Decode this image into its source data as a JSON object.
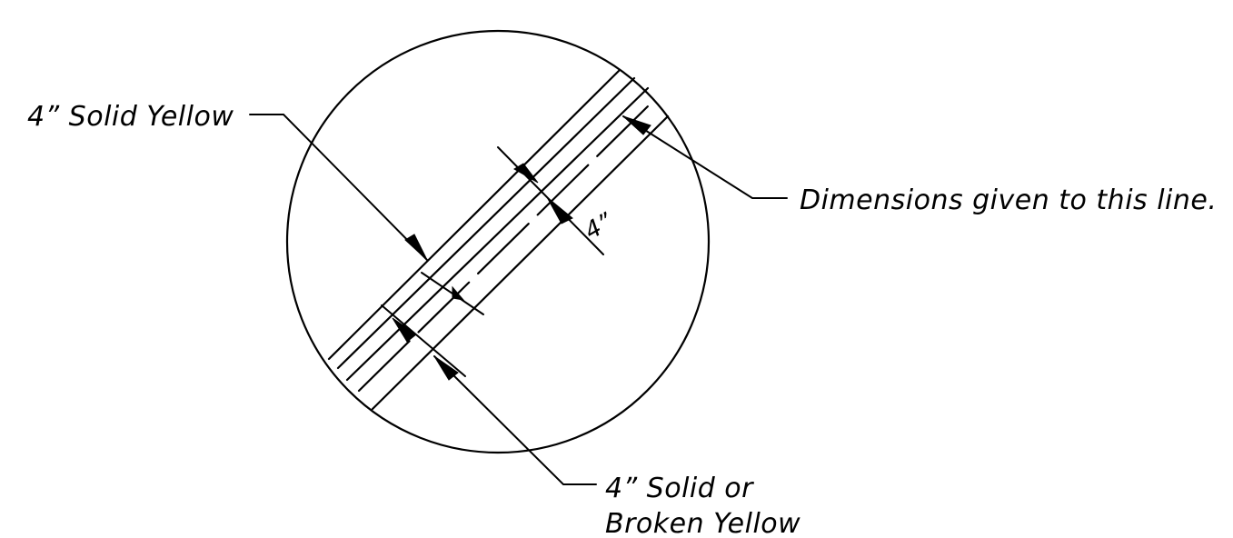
{
  "labels": {
    "left_top": "4” Solid Yellow",
    "right": "Dimensions given to this line.",
    "bottom_line1": "4” Solid or",
    "bottom_line2": "Broken Yellow",
    "dimension": "4”"
  },
  "colors": {
    "ink": "#000000",
    "background": "#ffffff"
  }
}
